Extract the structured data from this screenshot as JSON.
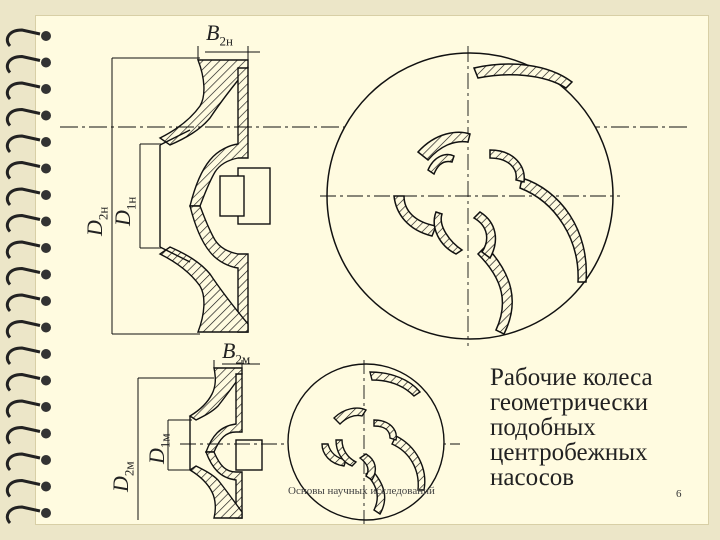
{
  "labels": {
    "b2n_base": "B",
    "b2n_sub": "2н",
    "d2n_base": "D",
    "d2n_sub": "2н",
    "d1n_base": "D",
    "d1n_sub": "1н",
    "b2m_base": "B",
    "b2m_sub": "2м",
    "d2m_base": "D",
    "d2m_sub": "2м",
    "d1m_base": "D",
    "d1m_sub": "1м"
  },
  "title_lines": [
    "Рабочие колеса",
    "геометрически",
    "подобных",
    "центробежных",
    "насосов"
  ],
  "footer": "Основы научных исследований",
  "page_number": "6",
  "colors": {
    "paper": "#fffbe0",
    "ink": "#111111",
    "background": "#ece6c8"
  }
}
